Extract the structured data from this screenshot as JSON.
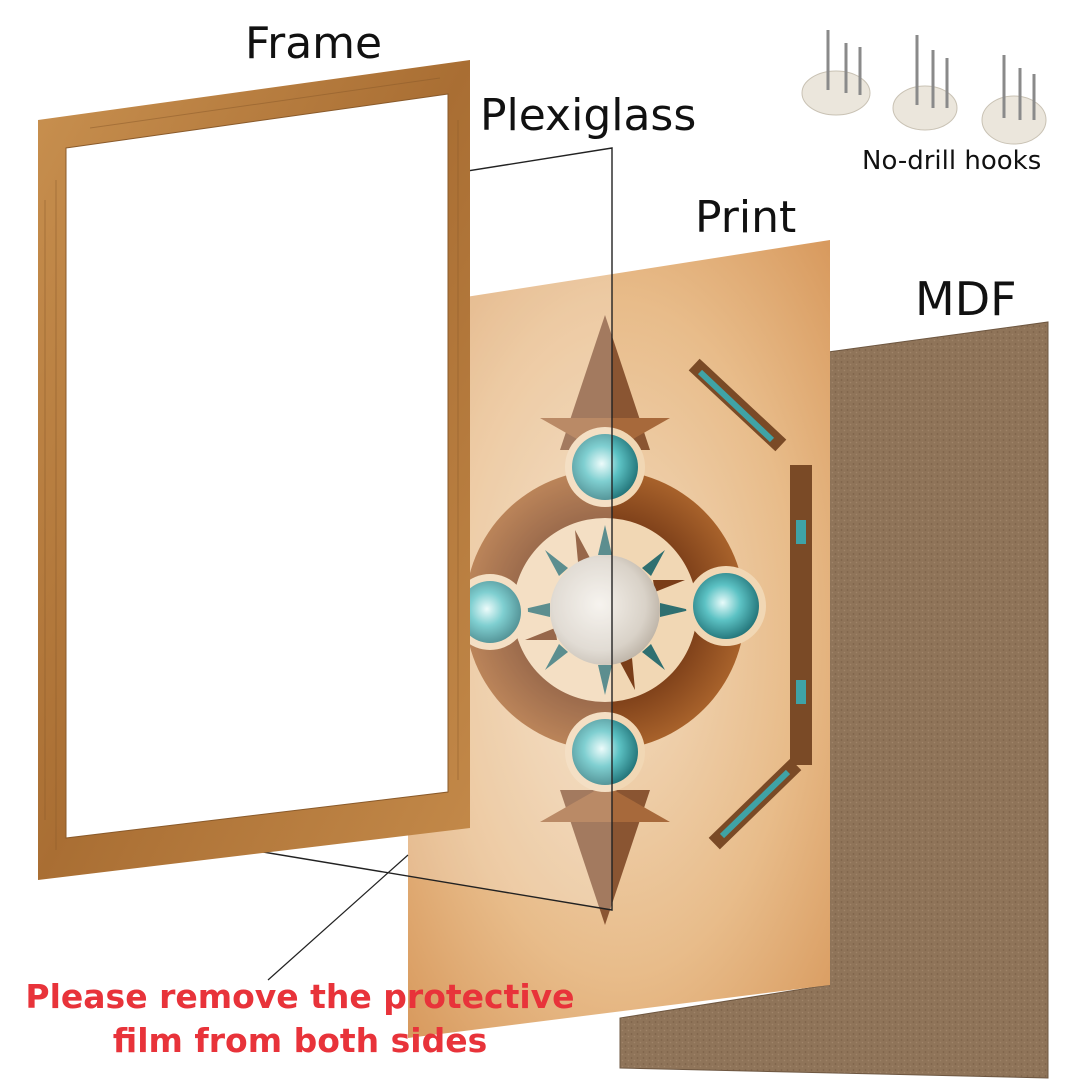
{
  "labels": {
    "frame": "Frame",
    "plexiglass": "Plexiglass",
    "print": "Print",
    "mdf": "MDF",
    "hooks": "No-drill hooks"
  },
  "notice": {
    "line1": "Please remove the protective",
    "line2": "film from both sides"
  },
  "colors": {
    "frame_wood": "#b9803f",
    "print_background": "#e9bf8f",
    "mdf_board": "#8d7258",
    "turquoise": "#3fa3a6",
    "notice_red": "#e8333a"
  },
  "icons": [
    "wood-frame",
    "plexiglass-sheet",
    "art-print",
    "mdf-board",
    "no-drill-hook"
  ]
}
